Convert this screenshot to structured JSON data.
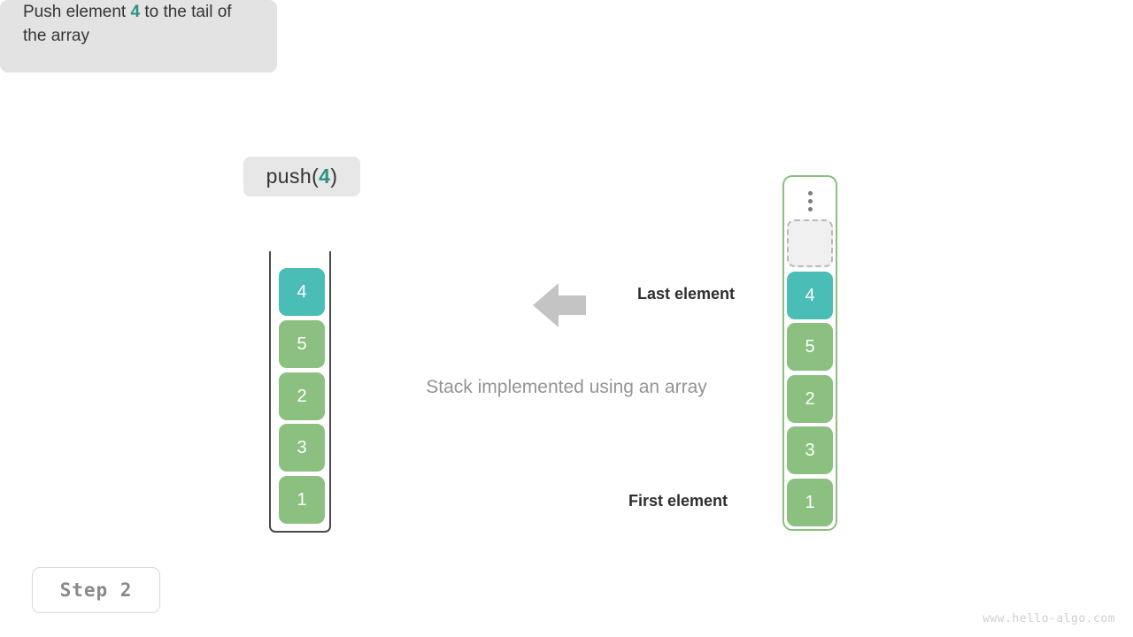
{
  "operation_label": {
    "prefix": "push(",
    "value": "4",
    "suffix": ")"
  },
  "caption": "Stack implemented using an array",
  "annotations": {
    "last_element": "Last element",
    "first_element": "First element",
    "arrow_icon": "left-arrow-icon"
  },
  "tooltip": {
    "text_before": "Push element ",
    "accent": "4",
    "text_after": " to the tail of the array"
  },
  "stack": {
    "name": "Stack implemented using an array",
    "cells": [
      {
        "value": "4",
        "color": "teal",
        "state": "new"
      },
      {
        "value": "5",
        "color": "green",
        "state": "filled"
      },
      {
        "value": "2",
        "color": "green",
        "state": "filled"
      },
      {
        "value": "3",
        "color": "green",
        "state": "filled"
      },
      {
        "value": "1",
        "color": "green",
        "state": "filled"
      }
    ]
  },
  "array": {
    "ellipsis_icon": "vertical-ellipsis-icon",
    "cells": [
      {
        "value": "",
        "color": "empty",
        "state": "empty"
      },
      {
        "value": "4",
        "color": "teal",
        "state": "new"
      },
      {
        "value": "5",
        "color": "green",
        "state": "filled"
      },
      {
        "value": "2",
        "color": "green",
        "state": "filled"
      },
      {
        "value": "3",
        "color": "green",
        "state": "filled"
      },
      {
        "value": "1",
        "color": "green",
        "state": "filled"
      }
    ]
  },
  "step_badge": "Step  2",
  "watermark": "www.hello-algo.com",
  "colors": {
    "teal": "#49bdb6",
    "green": "#8bc081",
    "accent_text": "#2a9187",
    "chip_bg": "#e7e7e7",
    "tooltip_bg": "#e3e3e3",
    "arrow": "#c4c4c4",
    "caption_text": "#949494"
  }
}
